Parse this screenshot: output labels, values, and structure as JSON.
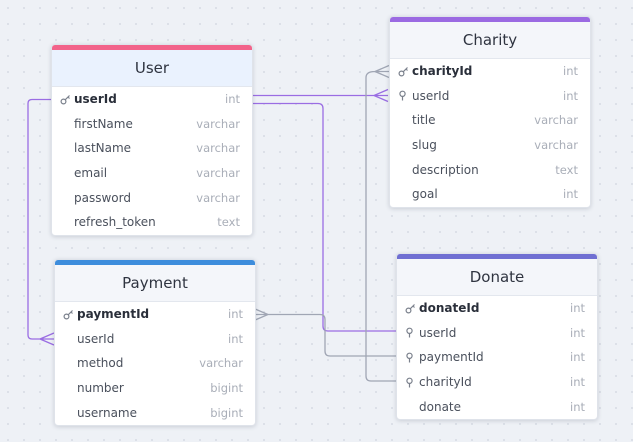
{
  "colors": {
    "user": "#f2638a",
    "charity": "#9b6ae2",
    "payment": "#3d8ddc",
    "donate": "#6f6fd2",
    "link_purple": "#9a6de3",
    "link_gray": "#a0a6b4"
  },
  "tables": [
    {
      "id": "user",
      "title": "User",
      "accent": "#f2638a",
      "header_bg": "#eaf2fe",
      "columns": [
        {
          "name": "userId",
          "type": "int",
          "key": "pk"
        },
        {
          "name": "firstName",
          "type": "varchar",
          "key": ""
        },
        {
          "name": "lastName",
          "type": "varchar",
          "key": ""
        },
        {
          "name": "email",
          "type": "varchar",
          "key": ""
        },
        {
          "name": "password",
          "type": "varchar",
          "key": ""
        },
        {
          "name": "refresh_token",
          "type": "text",
          "key": ""
        }
      ]
    },
    {
      "id": "charity",
      "title": "Charity",
      "accent": "#9b6ae2",
      "header_bg": "#f4f6fa",
      "columns": [
        {
          "name": "charityId",
          "type": "int",
          "key": "pk"
        },
        {
          "name": "userId",
          "type": "int",
          "key": "fk"
        },
        {
          "name": "title",
          "type": "varchar",
          "key": ""
        },
        {
          "name": "slug",
          "type": "varchar",
          "key": ""
        },
        {
          "name": "description",
          "type": "text",
          "key": ""
        },
        {
          "name": "goal",
          "type": "int",
          "key": ""
        }
      ]
    },
    {
      "id": "payment",
      "title": "Payment",
      "accent": "#3d8ddc",
      "header_bg": "#f4f6fa",
      "columns": [
        {
          "name": "paymentId",
          "type": "int",
          "key": "pk"
        },
        {
          "name": "userId",
          "type": "int",
          "key": ""
        },
        {
          "name": "method",
          "type": "varchar",
          "key": ""
        },
        {
          "name": "number",
          "type": "bigint",
          "key": ""
        },
        {
          "name": "username",
          "type": "bigint",
          "key": ""
        }
      ]
    },
    {
      "id": "donate",
      "title": "Donate",
      "accent": "#6f6fd2",
      "header_bg": "#f4f6fa",
      "columns": [
        {
          "name": "donateId",
          "type": "int",
          "key": "pk"
        },
        {
          "name": "userId",
          "type": "int",
          "key": "fk"
        },
        {
          "name": "paymentId",
          "type": "int",
          "key": "fk"
        },
        {
          "name": "charityId",
          "type": "int",
          "key": "fk"
        },
        {
          "name": "donate",
          "type": "int",
          "key": ""
        }
      ]
    }
  ],
  "relationships": [
    {
      "from": "user.userId",
      "to": "charity.userId",
      "color": "#9a6de3"
    },
    {
      "from": "user.userId",
      "to": "payment.userId",
      "color": "#9a6de3"
    },
    {
      "from": "user.userId",
      "to": "donate.userId",
      "color": "#9a6de3"
    },
    {
      "from": "charity.charityId",
      "to": "donate.charityId",
      "color": "#a0a6b4"
    },
    {
      "from": "payment.paymentId",
      "to": "donate.paymentId",
      "color": "#a0a6b4"
    }
  ]
}
